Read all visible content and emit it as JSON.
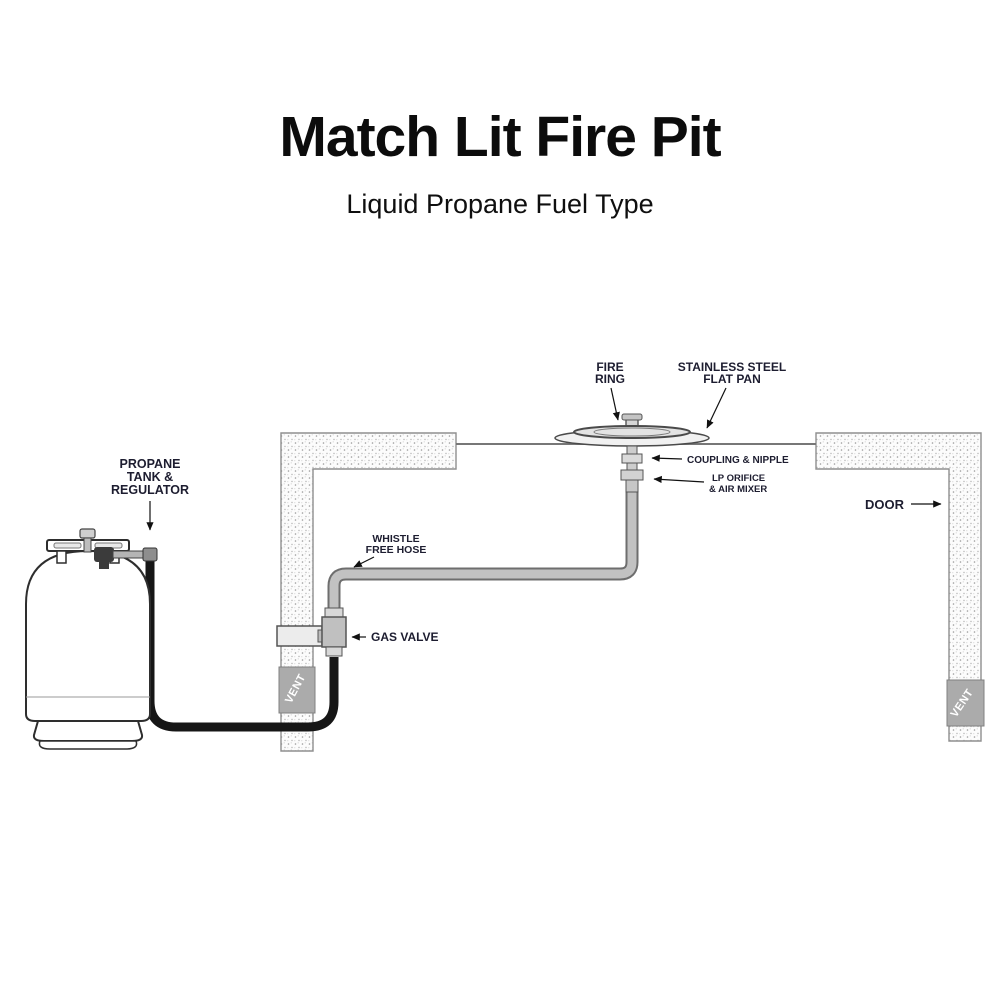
{
  "title": "Match Lit Fire Pit",
  "subtitle": "Liquid Propane Fuel Type",
  "labels": {
    "propane_tank": [
      "PROPANE",
      "TANK &",
      "REGULATOR"
    ],
    "fire_ring": [
      "FIRE",
      "RING"
    ],
    "flat_pan": [
      "STAINLESS STEEL",
      "FLAT PAN"
    ],
    "coupling": "COUPLING & NIPPLE",
    "lp_orifice": [
      "LP ORIFICE",
      "& AIR MIXER"
    ],
    "door": "DOOR",
    "whistle_hose": [
      "WHISTLE",
      "FREE HOSE"
    ],
    "gas_valve": "GAS VALVE",
    "vent_left": "VENT",
    "vent_right": "VENT"
  },
  "colors": {
    "label_text": "#1d1d30",
    "pipe_gray": "#c2c2c2",
    "pipe_outline": "#6e6e6e",
    "hose_black": "#161616",
    "wall_stroke": "#8f8f8f",
    "vent_fill": "#ababab",
    "background": "#ffffff"
  }
}
